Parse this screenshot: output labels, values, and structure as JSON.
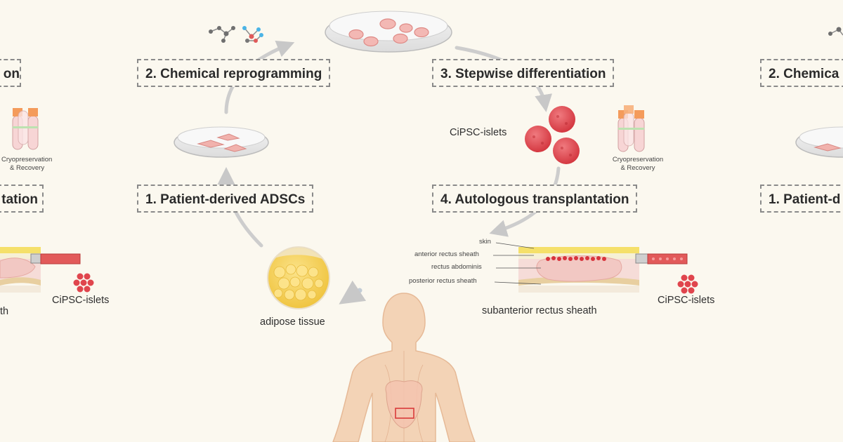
{
  "steps": {
    "s1": "1. Patient-derived ADSCs",
    "s2": "2. Chemical reprogramming",
    "s3": "3. Stepwise differentiation",
    "s4": "4. Autologous transplantation"
  },
  "labels": {
    "cipsc_islets": "CiPSC-islets",
    "cryo_line1": "Cryopreservation",
    "cryo_line2": "& Recovery",
    "adipose": "adipose tissue",
    "sub_sheath": "subanterior rectus sheath"
  },
  "layers": {
    "skin": "skin",
    "anterior": "anterior rectus sheath",
    "rectus": "rectus abdominis",
    "posterior": "posterior rectus sheath"
  },
  "edge_left": {
    "top_partial": "on",
    "mid_partial": "tation",
    "bottom_partial": "th"
  },
  "edge_right": {
    "top_partial": "2. Chemica",
    "mid_partial": "1. Patient-d"
  },
  "colors": {
    "background": "#fbf8ef",
    "islet_red": "#e0454d",
    "arrow_gray": "#c9c9c9",
    "fat_yellow": "#f5cf4a",
    "body_peach": "#f3d3b6"
  }
}
